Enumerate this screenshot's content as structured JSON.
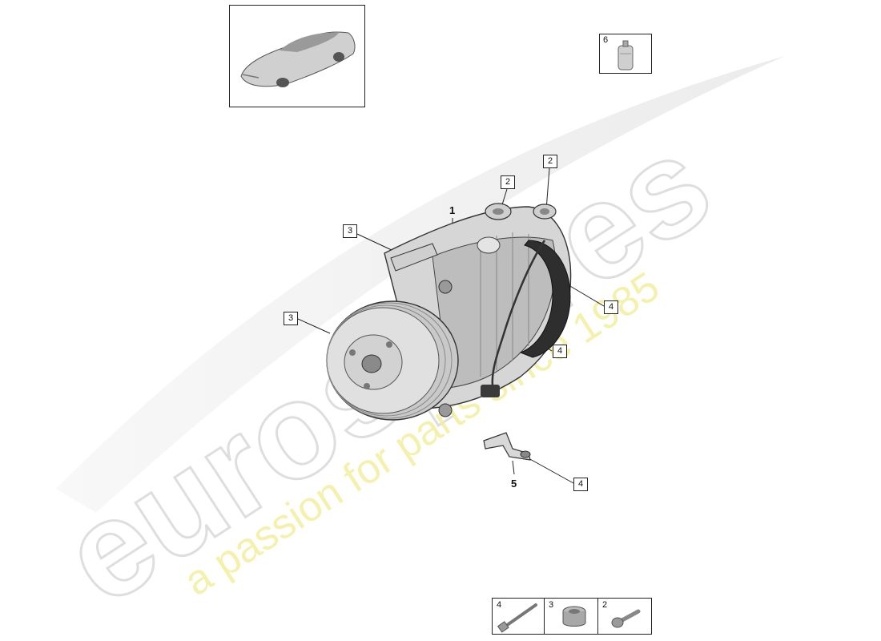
{
  "diagram": {
    "part_labels": {
      "compressor": "1",
      "bracket": "5"
    },
    "callouts": {
      "c2_left": "2",
      "c2_right": "2",
      "c3_top": "3",
      "c3_left": "3",
      "c4_right": "4",
      "c4_mid": "4",
      "c4_bottom": "4"
    },
    "inset_oil": {
      "number": "6"
    },
    "parts_strip": [
      {
        "number": "4"
      },
      {
        "number": "3"
      },
      {
        "number": "2"
      }
    ]
  },
  "watermark": {
    "brand": "eurospares",
    "tagline": "a passion for parts since 1985"
  },
  "colors": {
    "line": "#222222",
    "watermark_gray": "#d9d9d9",
    "watermark_yellow": "#f4f0a6"
  }
}
